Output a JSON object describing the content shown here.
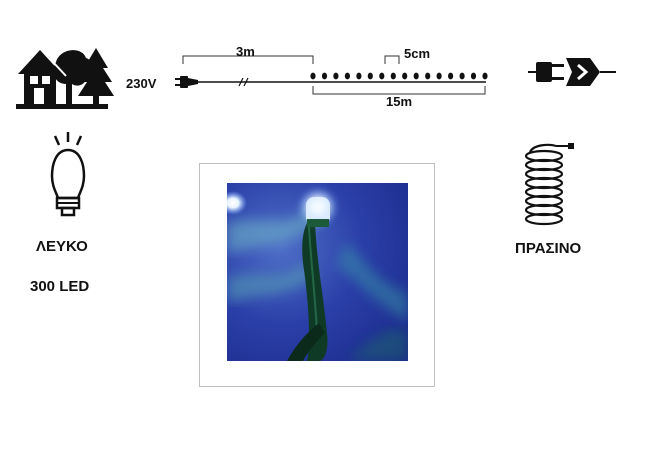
{
  "diagram": {
    "voltage": "230V",
    "lead_length": "3m",
    "spacing": "5cm",
    "total_length": "15m"
  },
  "light": {
    "color_label": "ΛΕΥΚΟ",
    "count_label": "300 LED"
  },
  "cable": {
    "color_label": "ΠΡΑΣΙΝΟ"
  },
  "icons": {
    "house": "house-tree-icon",
    "bulb": "led-bulb-icon",
    "connector": "connector-plug-icon",
    "coil": "coiled-cable-icon"
  },
  "colors": {
    "ink": "#111111",
    "photo_blue": "#2a3fa8",
    "cable_green": "#0f3b26"
  }
}
